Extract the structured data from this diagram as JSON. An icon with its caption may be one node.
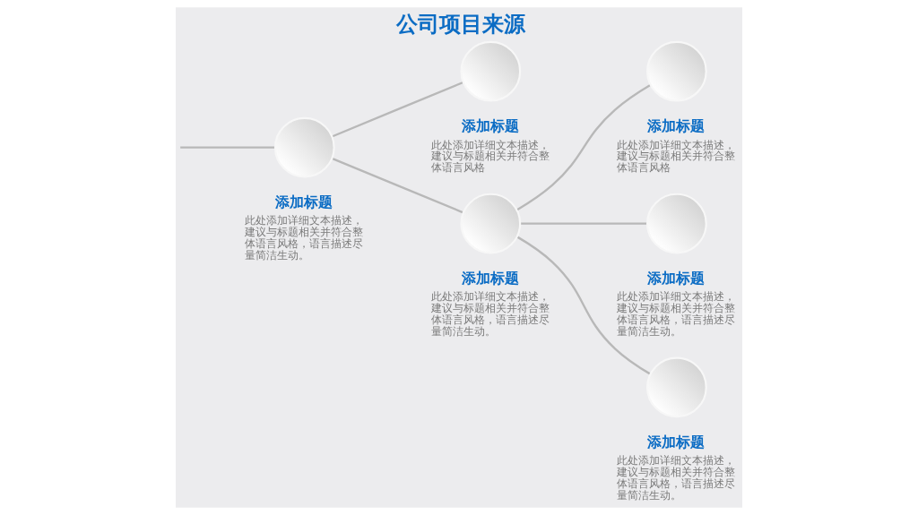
{
  "diagram": {
    "title": "公司项目来源",
    "nodes": [
      {
        "text": [],
        "shape": "circle",
        "beside": [
          "添加标题",
          "此处添加详细文本描述，建议与标题相关并符合整体语言风格，语言描述尽量简洁生动。"
        ]
      },
      {
        "text": [],
        "shape": "circle",
        "beside": [
          "添加标题",
          "此处添加详细文本描述，建议与标题相关并符合整体语言风格"
        ]
      },
      {
        "text": [],
        "shape": "circle",
        "beside": [
          "添加标题",
          "此处添加详细文本描述，建议与标题相关并符合整体语言风格，语言描述尽量简洁生动。"
        ]
      },
      {
        "text": [],
        "shape": "circle",
        "beside": [
          "添加标题",
          "此处添加详细文本描述，建议与标题相关并符合整体语言风格"
        ]
      },
      {
        "text": [],
        "shape": "circle",
        "beside": [
          "添加标题",
          "此处添加详细文本描述，建议与标题相关并符合整体语言风格，语言描述尽量简洁生动。"
        ]
      },
      {
        "text": [],
        "shape": "circle",
        "beside": [
          "添加标题",
          "此处添加详细文本描述，建议与标题相关并符合整体语言风格，语言描述尽量简洁生动。"
        ]
      }
    ],
    "edges": [
      {
        "from": null,
        "to": 0,
        "arrow": "none"
      },
      {
        "from": 0,
        "to": 1,
        "arrow": "none"
      },
      {
        "from": 0,
        "to": 2,
        "arrow": "none"
      },
      {
        "from": 2,
        "to": 3,
        "arrow": "none"
      },
      {
        "from": 2,
        "to": 4,
        "arrow": "none"
      },
      {
        "from": 2,
        "to": 5,
        "arrow": "none"
      }
    ]
  }
}
